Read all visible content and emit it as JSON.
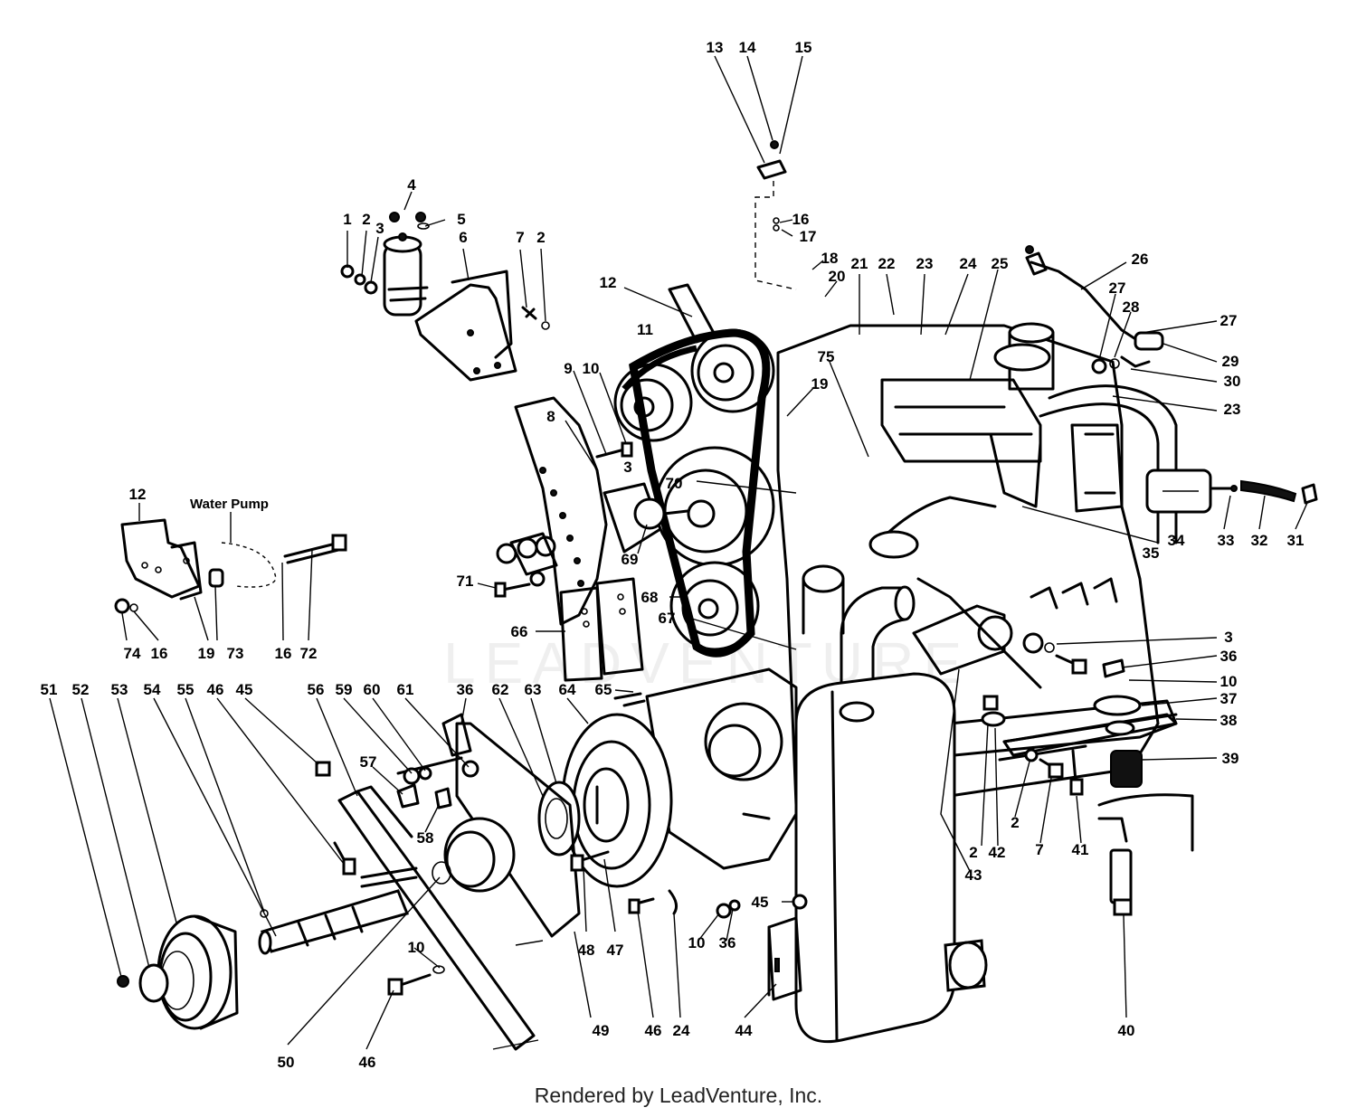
{
  "labels": {
    "water_pump": "Water Pump",
    "watermark": "LEADVENTURE",
    "credit": "Rendered by LeadVenture, Inc."
  },
  "callouts": [
    "1",
    "2",
    "3",
    "4",
    "5",
    "6",
    "7",
    "2",
    "8",
    "9",
    "10",
    "3",
    "11",
    "12",
    "13",
    "14",
    "15",
    "16",
    "17",
    "18",
    "20",
    "21",
    "22",
    "23",
    "24",
    "25",
    "26",
    "27",
    "28",
    "27",
    "29",
    "30",
    "23",
    "19",
    "75",
    "70",
    "34",
    "33",
    "32",
    "31",
    "35",
    "69",
    "68",
    "67",
    "71",
    "66",
    "3",
    "36",
    "10",
    "37",
    "38",
    "39",
    "12",
    "74",
    "16",
    "19",
    "73",
    "16",
    "72",
    "51",
    "52",
    "53",
    "54",
    "55",
    "46",
    "45",
    "56",
    "59",
    "60",
    "61",
    "57",
    "58",
    "36",
    "62",
    "63",
    "64",
    "65",
    "2",
    "42",
    "43",
    "2",
    "7",
    "41",
    "40",
    "45",
    "10",
    "36",
    "44",
    "46",
    "24",
    "48",
    "47",
    "49",
    "50",
    "10",
    "46"
  ]
}
